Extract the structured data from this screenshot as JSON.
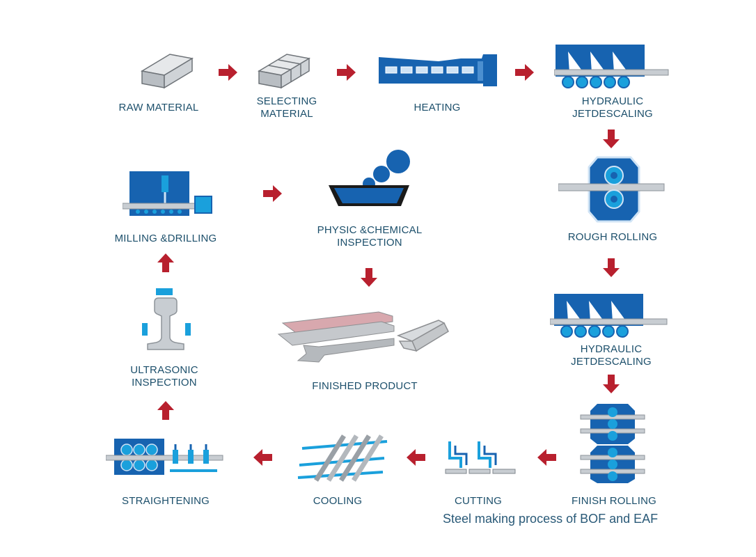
{
  "steps": {
    "raw_material": [
      "RAW MATERIAL"
    ],
    "selecting_material": [
      "SELECTING",
      "MATERIAL"
    ],
    "heating": [
      "HEATING"
    ],
    "hydraulic_1": [
      "HYDRAULIC",
      "JETDESCALING"
    ],
    "rough_rolling": [
      "ROUGH ROLLING"
    ],
    "hydraulic_2": [
      "HYDRAULIC",
      "JETDESCALING"
    ],
    "finish_rolling": [
      "FINISH ROLLING"
    ],
    "cutting": [
      "CUTTING"
    ],
    "cooling": [
      "COOLING"
    ],
    "straightening": [
      "STRAIGHTENING"
    ],
    "ultrasonic": [
      "ULTRASONIC",
      "INSPECTION"
    ],
    "milling": [
      "MILLING &DRILLING"
    ],
    "physic": [
      "PHYSIC &CHEMICAL",
      "INSPECTION"
    ],
    "finished": [
      "FINISHED PRODUCT"
    ]
  },
  "caption": "Steel making process of BOF and EAF",
  "colors": {
    "arrow": "#b8202e",
    "label": "#1c4f6b",
    "machine_blue": "#1763b0",
    "roller_blue": "#1aa0dc",
    "steel_grey": "#c8cdd2"
  }
}
